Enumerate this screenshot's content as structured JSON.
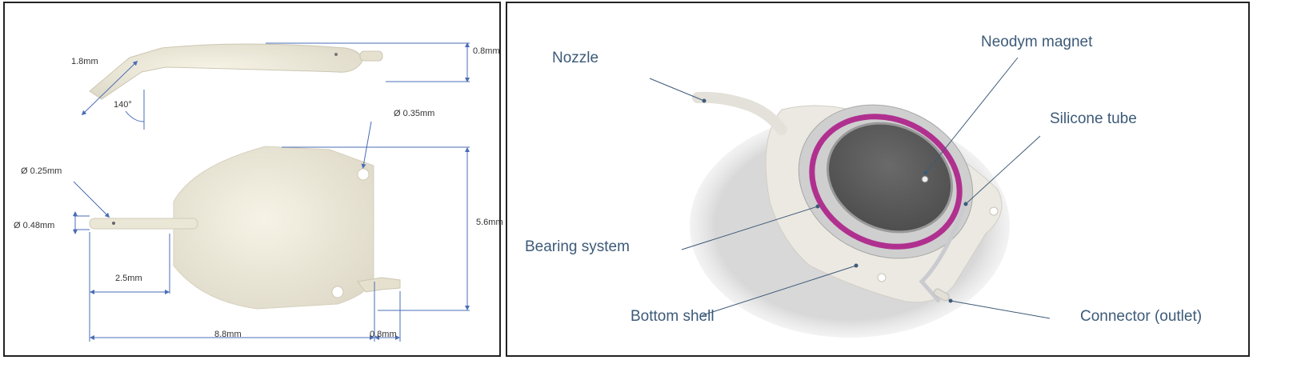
{
  "dimension_view": {
    "labels": {
      "nozzle_length": "1.8mm",
      "angle": "140°",
      "height": "0.8mm",
      "hole_diameter": "Ø 0.35mm",
      "nozzle_outlet_diameter": "Ø 0.25mm",
      "nozzle_diameter": "Ø 0.48mm",
      "width": "5.6mm",
      "nozzle_stub": "2.5mm",
      "length": "8.8mm",
      "connector_length": "0.8mm"
    },
    "colors": {
      "dimension_line": "#4a6db5",
      "device": "#ece8d8"
    }
  },
  "component_view": {
    "labels": {
      "nozzle": "Nozzle",
      "magnet": "Neodym magnet",
      "tube": "Silicone tube",
      "bearing": "Bearing system",
      "shell": "Bottom shell",
      "connector": "Connector (outlet)"
    },
    "colors": {
      "label_text": "#3d5a78",
      "leader_line": "#3d5a78",
      "bearing": "#b0308f",
      "magnet": "#5a5a5a"
    }
  }
}
